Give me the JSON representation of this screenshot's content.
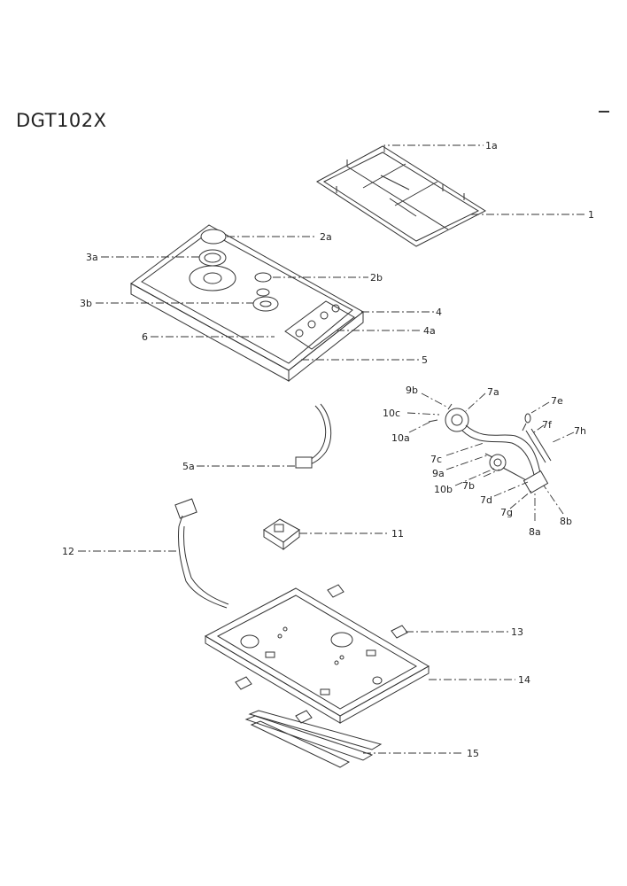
{
  "page": {
    "title": "DGT102X"
  },
  "labels": {
    "p1a": "1a",
    "p1": "1",
    "p2a": "2a",
    "p3a": "3a",
    "p2b": "2b",
    "p3b": "3b",
    "p4": "4",
    "p6": "6",
    "p4a": "4a",
    "p5": "5",
    "p9b": "9b",
    "p7a": "7a",
    "p10c": "10c",
    "p7e": "7e",
    "p10a": "10a",
    "p7f": "7f",
    "p7h": "7h",
    "p7c": "7c",
    "p9a": "9a",
    "p10b": "10b",
    "p7b": "7b",
    "p7d": "7d",
    "p7g": "7g",
    "p8b": "8b",
    "p8a": "8a",
    "p5a": "5a",
    "p11": "11",
    "p12": "12",
    "p13": "13",
    "p14": "14",
    "p15": "15"
  }
}
